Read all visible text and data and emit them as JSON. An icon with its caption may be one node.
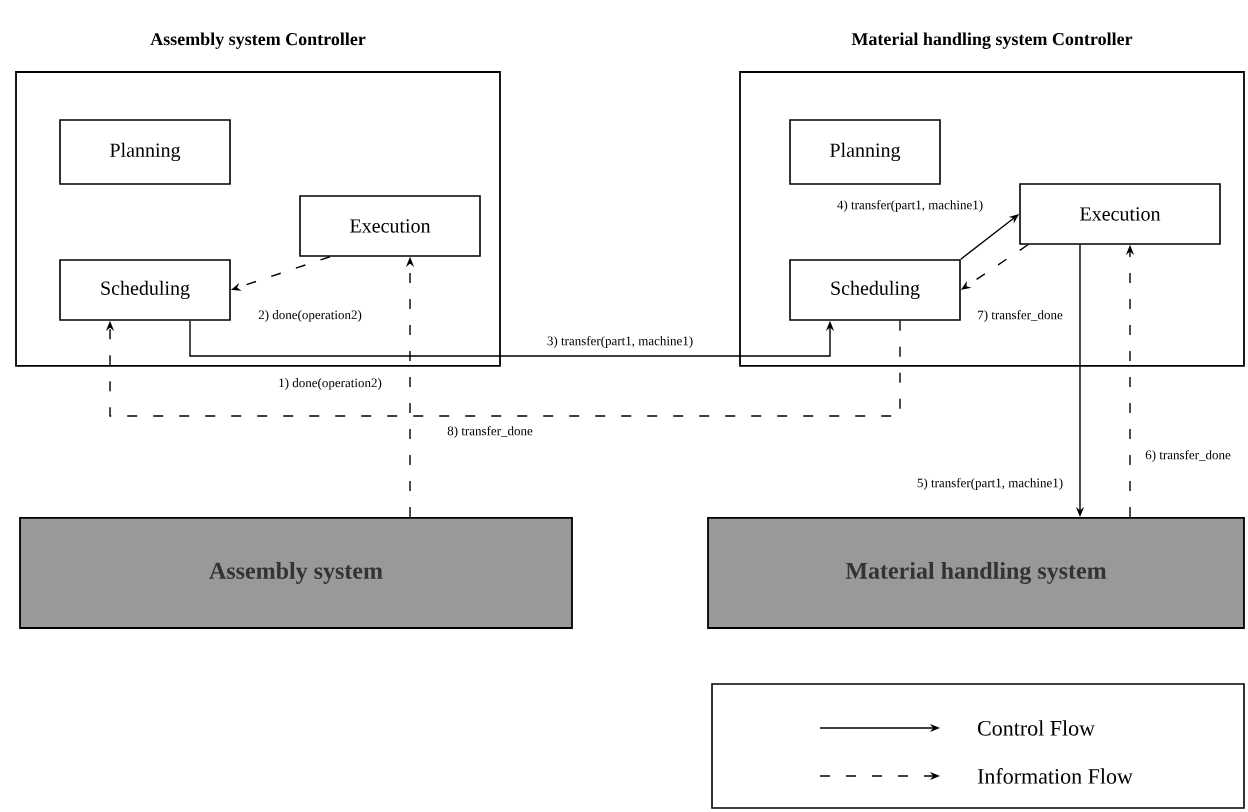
{
  "diagram": {
    "nodes": [
      {
        "text": [
          "Assembly system Controller"
        ]
      },
      {
        "text": [
          "Planning"
        ],
        "in": 0
      },
      {
        "text": [
          "Execution"
        ],
        "in": 0
      },
      {
        "text": [
          "Scheduling"
        ],
        "in": 0
      },
      {
        "text": [
          "Material handling system Controller"
        ]
      },
      {
        "text": [
          "Planning"
        ],
        "in": 4
      },
      {
        "text": [
          "Scheduling"
        ],
        "in": 4
      },
      {
        "text": [
          "Execution"
        ],
        "in": 4
      },
      {
        "text": [
          "Assembly system"
        ]
      },
      {
        "text": [
          "Material handling system"
        ]
      }
    ],
    "edges": [
      {
        "from": 8,
        "to": 2,
        "arrow": "to",
        "style": "dashed",
        "label": "1) done(operation2)"
      },
      {
        "from": 2,
        "to": 3,
        "arrow": "to",
        "style": "dashed",
        "label": "2) done(operation2)"
      },
      {
        "from": 3,
        "to": 6,
        "arrow": "to",
        "label": "3) transfer(part1, machine1)"
      },
      {
        "from": 6,
        "to": 7,
        "arrow": "to",
        "label": "4) transfer(part1, machine1)"
      },
      {
        "from": 7,
        "to": 9,
        "arrow": "to",
        "label": "5) transfer(part1, machine1)"
      },
      {
        "from": 9,
        "to": 7,
        "arrow": "to",
        "style": "dashed",
        "label": "6) transfer_done"
      },
      {
        "from": 7,
        "to": 6,
        "arrow": "to",
        "style": "dashed",
        "label": "7) transfer_done"
      },
      {
        "from": 6,
        "to": 3,
        "arrow": "to",
        "style": "dashed",
        "label": "8) transfer_done"
      }
    ],
    "legend": [
      {
        "text": "Control Flow"
      },
      {
        "text": "Information Flow"
      }
    ]
  }
}
